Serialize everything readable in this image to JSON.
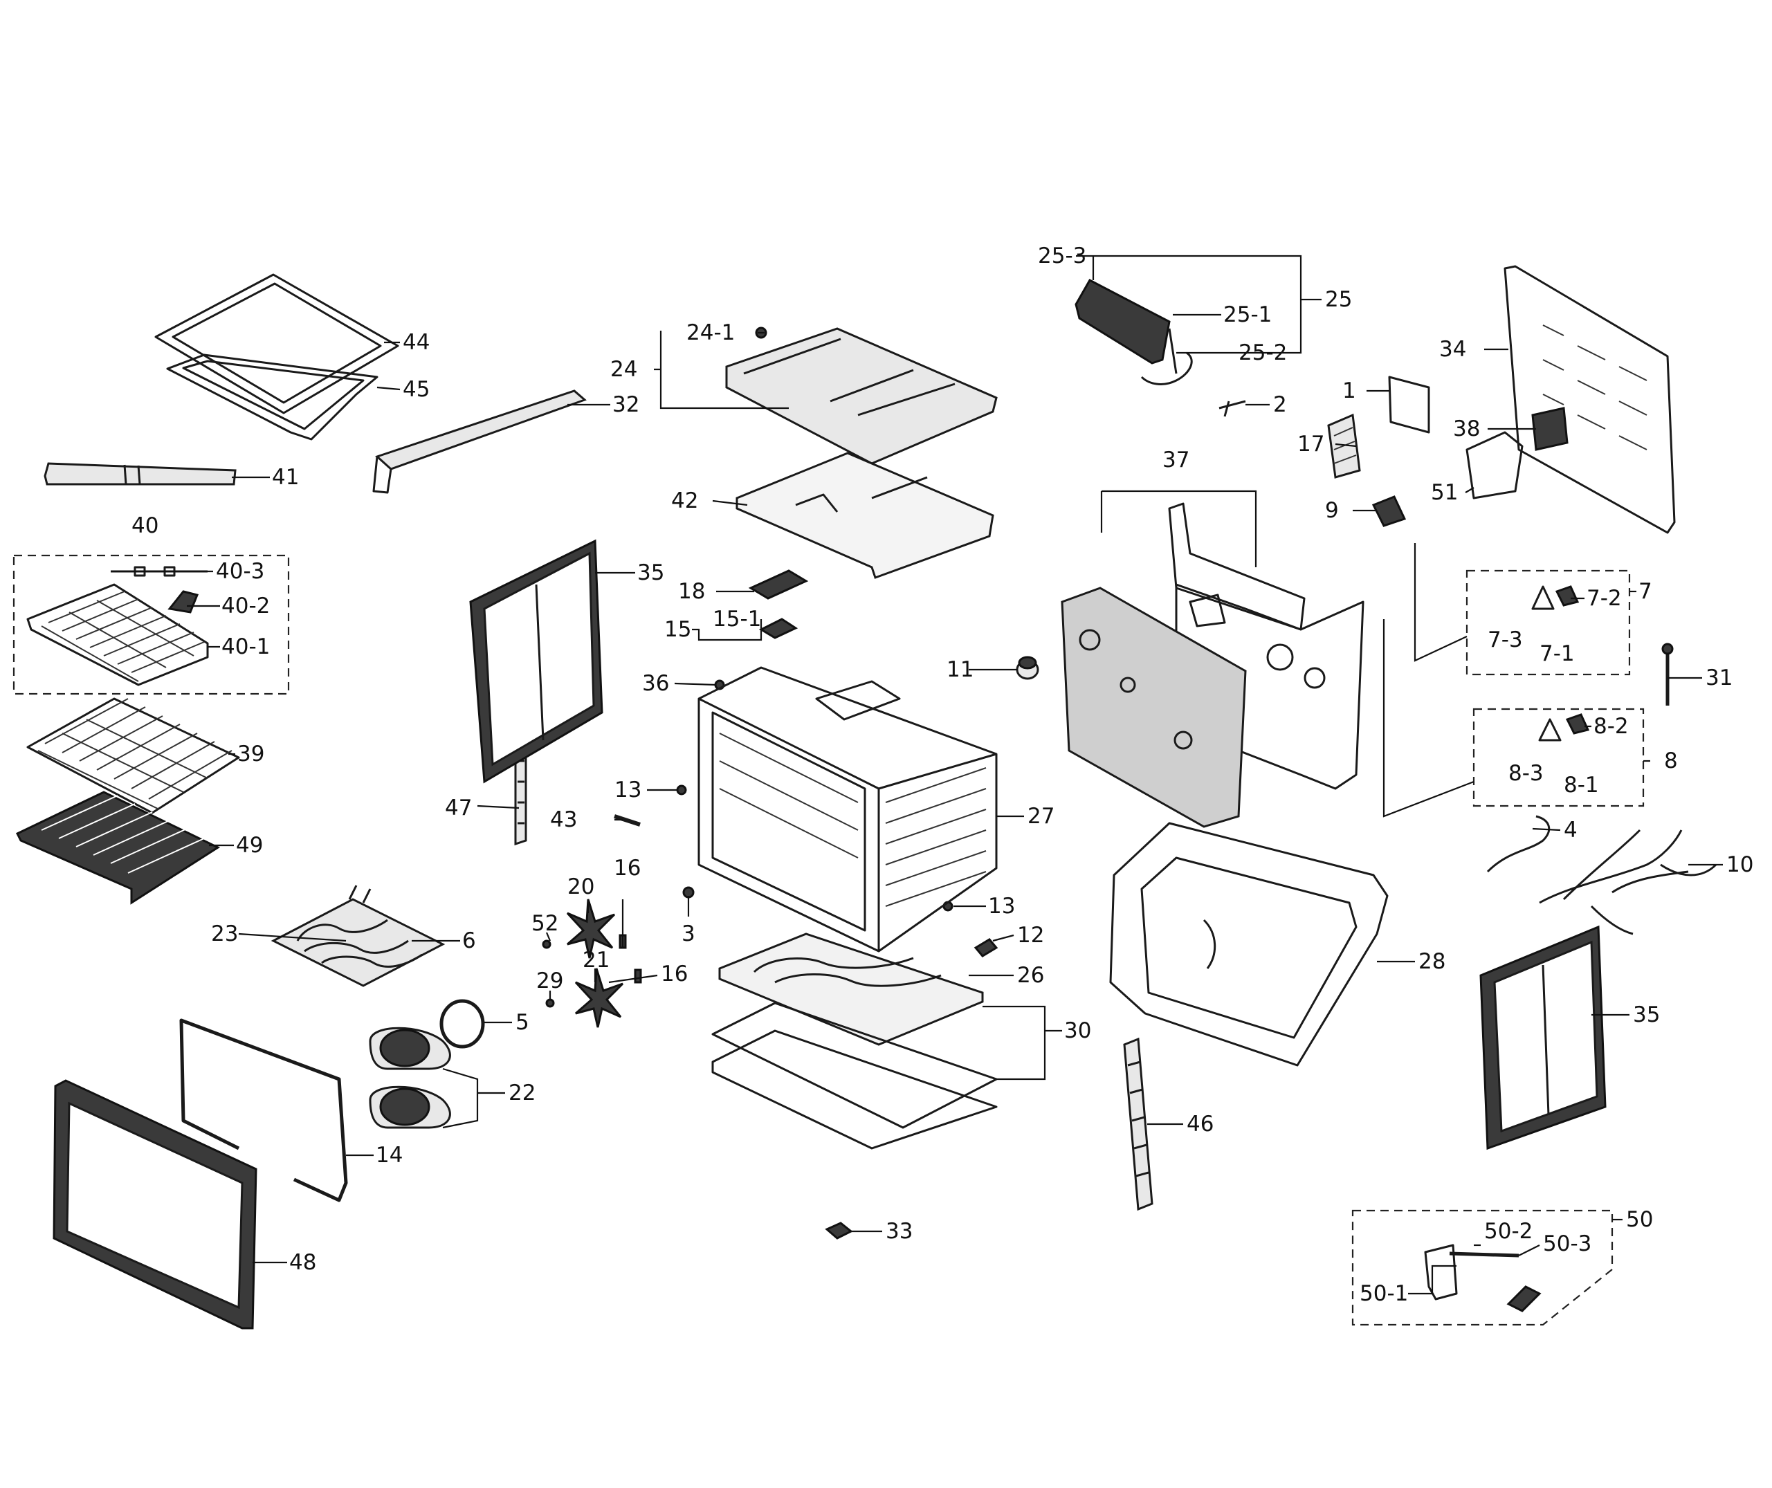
{
  "diagram": {
    "labels": {
      "p1": "1",
      "p2": "2",
      "p3": "3",
      "p4": "4",
      "p5": "5",
      "p6": "6",
      "p7": "7",
      "p7_1": "7-1",
      "p7_2": "7-2",
      "p7_3": "7-3",
      "p8": "8",
      "p8_1": "8-1",
      "p8_2": "8-2",
      "p8_3": "8-3",
      "p9": "9",
      "p10": "10",
      "p11": "11",
      "p12": "12",
      "p13": "13",
      "p14": "14",
      "p15": "15",
      "p15_1": "15-1",
      "p16": "16",
      "p17": "17",
      "p18": "18",
      "p20": "20",
      "p21": "21",
      "p22": "22",
      "p23": "23",
      "p24": "24",
      "p24_1": "24-1",
      "p25": "25",
      "p25_1": "25-1",
      "p25_2": "25-2",
      "p25_3": "25-3",
      "p26": "26",
      "p27": "27",
      "p28": "28",
      "p29": "29",
      "p30": "30",
      "p31": "31",
      "p32": "32",
      "p33": "33",
      "p34": "34",
      "p35": "35",
      "p36": "36",
      "p37": "37",
      "p38": "38",
      "p39": "39",
      "p40": "40",
      "p40_1": "40-1",
      "p40_2": "40-2",
      "p40_3": "40-3",
      "p41": "41",
      "p42": "42",
      "p43": "43",
      "p44": "44",
      "p45": "45",
      "p46": "46",
      "p47": "47",
      "p48": "48",
      "p49": "49",
      "p50": "50",
      "p50_1": "50-1",
      "p50_2": "50-2",
      "p50_3": "50-3",
      "p51": "51",
      "p52": "52"
    }
  }
}
